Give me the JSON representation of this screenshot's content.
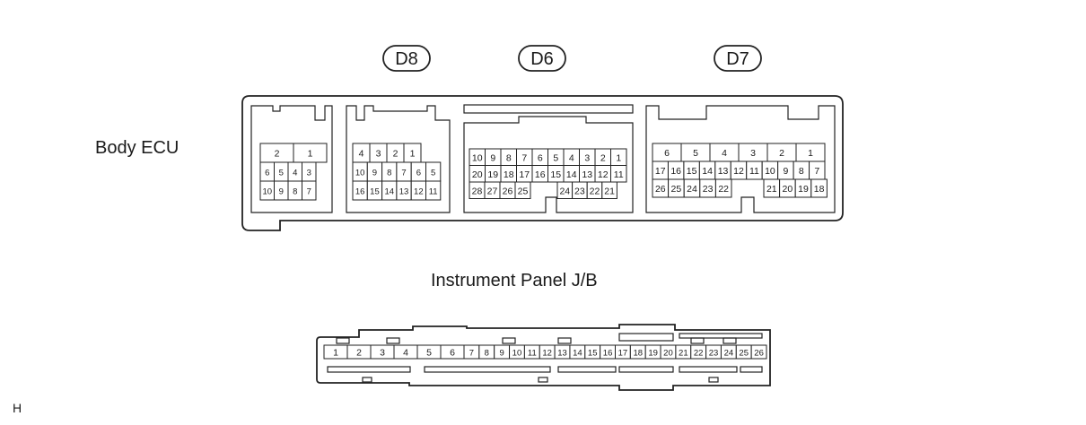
{
  "body_ecu": {
    "label": "Body ECU",
    "connectors": [
      {
        "id": "",
        "rows": [
          [
            "2",
            "1"
          ],
          [
            "6",
            "5",
            "4",
            "3"
          ],
          [
            "10",
            "9",
            "8",
            "7"
          ]
        ]
      },
      {
        "id": "D8",
        "rows": [
          [
            "4",
            "3",
            "2",
            "1"
          ],
          [
            "10",
            "9",
            "8",
            "7",
            "6",
            "5"
          ],
          [
            "16",
            "15",
            "14",
            "13",
            "12",
            "11"
          ]
        ]
      },
      {
        "id": "D6",
        "rows": [
          [
            "10",
            "9",
            "8",
            "7",
            "6",
            "5",
            "4",
            "3",
            "2",
            "1"
          ],
          [
            "20",
            "19",
            "18",
            "17",
            "16",
            "15",
            "14",
            "13",
            "12",
            "11"
          ],
          [
            "28",
            "27",
            "26",
            "25",
            "",
            "24",
            "23",
            "22",
            "21"
          ]
        ]
      },
      {
        "id": "D7",
        "rows": [
          [
            "6",
            "5",
            "4",
            "3",
            "2",
            "1"
          ],
          [
            "17",
            "16",
            "15",
            "14",
            "13",
            "12",
            "11",
            "10",
            "9",
            "8",
            "7"
          ],
          [
            "26",
            "25",
            "24",
            "23",
            "22",
            "",
            "21",
            "20",
            "19",
            "18"
          ]
        ]
      }
    ]
  },
  "junction_block": {
    "label": "Instrument Panel J/B",
    "pins": [
      "1",
      "2",
      "3",
      "4",
      "5",
      "6",
      "7",
      "8",
      "9",
      "10",
      "11",
      "12",
      "13",
      "14",
      "15",
      "16",
      "17",
      "18",
      "19",
      "20",
      "21",
      "22",
      "23",
      "24",
      "25",
      "26"
    ]
  },
  "corner_code": "H"
}
